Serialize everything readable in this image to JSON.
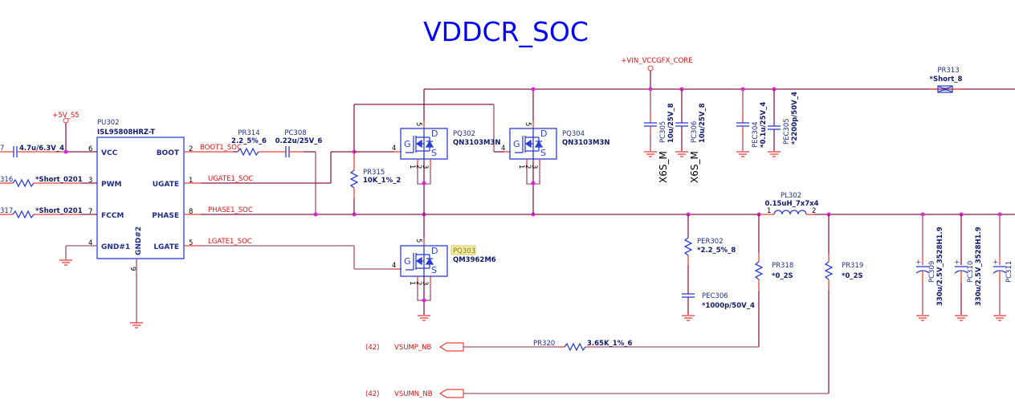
{
  "title": "VDDCR_SOC",
  "power_rails": {
    "p5v": "+5V_S5",
    "vin": "+VIN_VCCGFX_CORE"
  },
  "controller": {
    "ref": "PU302",
    "part": "ISL95808HRZ-T",
    "pins_left": [
      {
        "num": "6",
        "name": "VCC"
      },
      {
        "num": "3",
        "name": "PWM"
      },
      {
        "num": "7",
        "name": "FCCM"
      },
      {
        "num": "4",
        "name": "GND#1"
      }
    ],
    "pins_right": [
      {
        "num": "2",
        "name": "BOOT"
      },
      {
        "num": "1",
        "name": "UGATE"
      },
      {
        "num": "8",
        "name": "PHASE"
      },
      {
        "num": "5",
        "name": "LGATE"
      }
    ],
    "pin_bottom": {
      "num": "9",
      "name": "GND#2"
    }
  },
  "left_parts": {
    "vcc_cap_ref": "7",
    "vcc_cap_val": "4.7u/6.3V_4",
    "pwm_res_ref": "316",
    "pwm_res_val": "*Short_0201",
    "fccm_res_ref": "317",
    "fccm_res_val": "*Short_0201"
  },
  "nets": {
    "boot": "BOOT1_SOC",
    "ugate": "UGATE1_SOC",
    "phase": "PHASE1_SOC",
    "lgate": "LGATE1_SOC"
  },
  "boot_parts": {
    "res_ref": "PR314",
    "res_val": "2.2_5%_6",
    "cap_ref": "PC308",
    "cap_val": "0.22u/25V_6"
  },
  "pr315": {
    "ref": "PR315",
    "val": "10K_1%_2"
  },
  "mosfets": [
    {
      "ref": "PQ302",
      "part": "QN3103M3N",
      "gate_pin": "4",
      "drain_pin": "5",
      "source_pins": [
        "1",
        "2",
        "3"
      ],
      "G": "G",
      "D": "D",
      "S": "S"
    },
    {
      "ref": "PQ304",
      "part": "QN3103M3N",
      "gate_pin": "4",
      "drain_pin": "5",
      "source_pins": [
        "1",
        "2",
        "3"
      ],
      "G": "G",
      "D": "D",
      "S": "S"
    },
    {
      "ref": "PQ303",
      "part": "QM3962M6",
      "gate_pin": "4",
      "drain_pin": "5",
      "source_pins": [
        "1",
        "2",
        "3"
      ],
      "G": "G",
      "D": "D",
      "S": "S",
      "highlighted": true
    }
  ],
  "input_caps": [
    {
      "ref": "PC305",
      "val": "10u/25V_8",
      "note": "X6S_M"
    },
    {
      "ref": "PC306",
      "val": "10u/25V_8",
      "note": "X6S_M"
    },
    {
      "ref": "PEC304",
      "val": "*0.1u/25V_4"
    },
    {
      "ref": "PEC305",
      "val": "*2200p/50V_4"
    }
  ],
  "pr313": {
    "ref": "PR313",
    "val": "*Short_8"
  },
  "snubber": {
    "res_ref": "PER302",
    "res_val": "*2.2_5%_8",
    "cap_ref": "PEC306",
    "cap_val": "*1000p/50V_4"
  },
  "inductor": {
    "ref": "PL302",
    "val": "0.15uH_7x7x4",
    "pin1": "1",
    "pin2": "2"
  },
  "sense_res": [
    {
      "ref": "PR318",
      "val": "*0_2S"
    },
    {
      "ref": "PR319",
      "val": "*0_2S"
    }
  ],
  "output_caps": [
    {
      "ref": "PC309",
      "val": "330u/2.5V_3528H1.9"
    },
    {
      "ref": "PC310",
      "val": "330u/2.5V_3528H1.9"
    },
    {
      "ref": "PC311",
      "val": ""
    }
  ],
  "pr320": {
    "ref": "PR320",
    "val": "3.65K_1%_6"
  },
  "offpage": [
    {
      "page": "(42)",
      "net": "VSUMP_NB"
    },
    {
      "page": "(42)",
      "net": "VSUMN_NB"
    }
  ]
}
